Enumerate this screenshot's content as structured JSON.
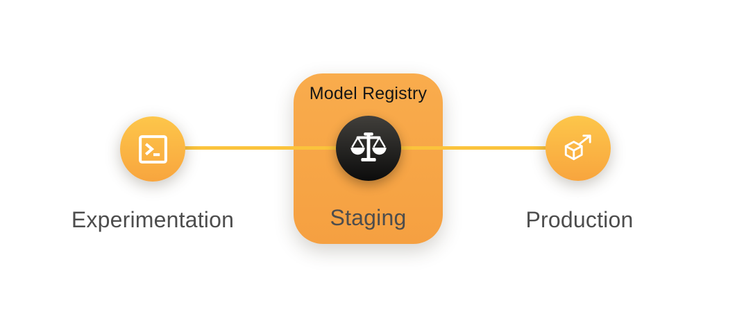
{
  "diagram": {
    "registry": {
      "title": "Model Registry"
    },
    "stages": [
      {
        "id": "experimentation",
        "label": "Experimentation",
        "icon": "terminal-icon"
      },
      {
        "id": "staging",
        "label": "Staging",
        "icon": "balance-scale-icon"
      },
      {
        "id": "production",
        "label": "Production",
        "icon": "deploy-cube-arrow-icon"
      }
    ]
  },
  "colors": {
    "background": "#ffffff",
    "connector_line": "#FBC33C",
    "node_top": "#FDC64A",
    "node_bottom": "#F8A53E",
    "card_top": "#F9AC4D",
    "card_bottom": "#F5A041",
    "dark_node_top": "#413F3B",
    "dark_node_bottom": "#0C0C0C",
    "stage_label": "#4D4D4D",
    "registry_title": "#161616",
    "icon": "#FFFFFF"
  }
}
